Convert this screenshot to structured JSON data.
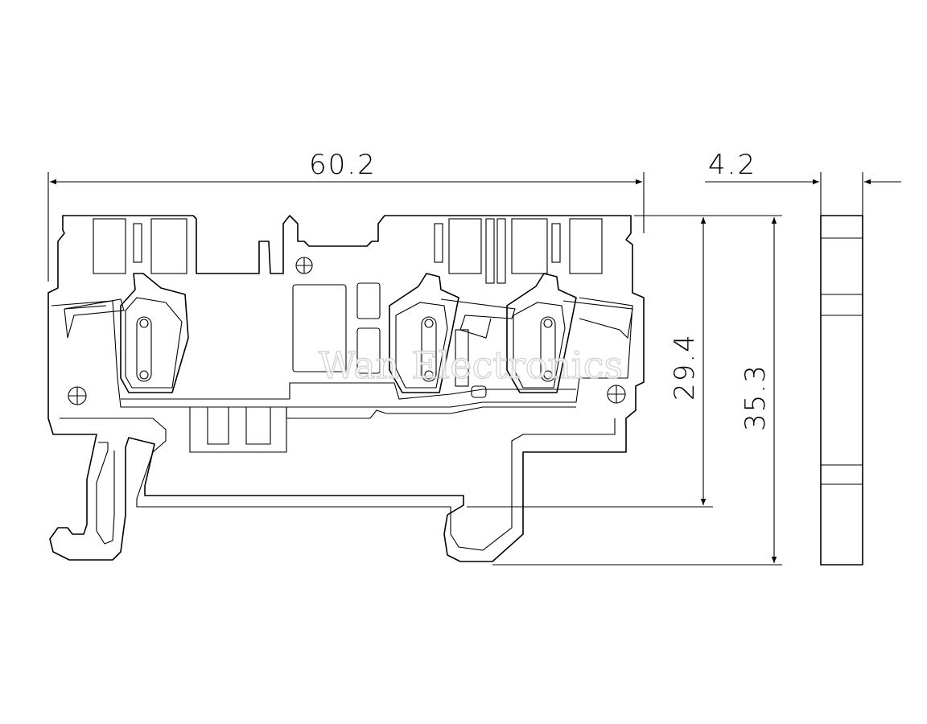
{
  "dimensions": {
    "width_total": "60.2",
    "width_side": "4.2",
    "height_inner": "29.4",
    "height_total": "35.3"
  },
  "watermark": "Wan Electronics"
}
